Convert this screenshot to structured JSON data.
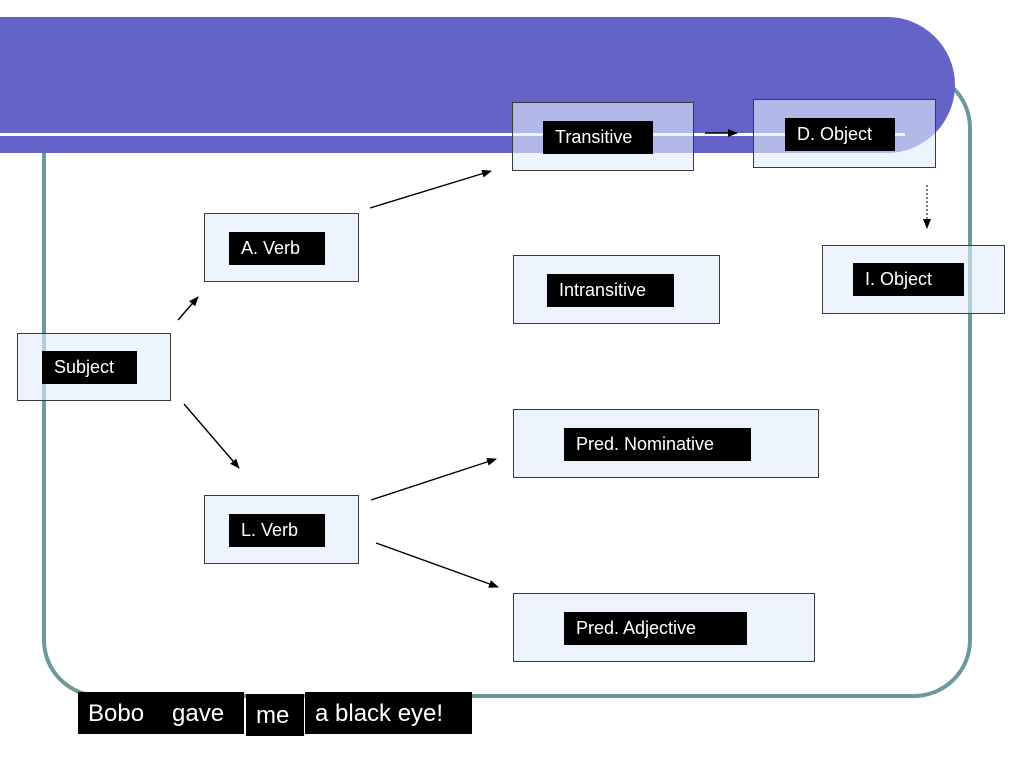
{
  "nodes": {
    "subject": "Subject",
    "action_verb": "A. Verb",
    "linking_verb": "L. Verb",
    "transitive": "Transitive",
    "intransitive": "Intransitive",
    "direct_object": "D. Object",
    "indirect_object": "I. Object",
    "predicate_nominative": "Pred. Nominative",
    "predicate_adjective": "Pred. Adjective"
  },
  "sentence": {
    "words": [
      "Bobo",
      "gave",
      "me",
      "a black eye!"
    ]
  },
  "colors": {
    "banner": "#6464c8",
    "frame": "#6c9999",
    "node_fill": "#e2eefc",
    "label_fill": "#000000"
  }
}
